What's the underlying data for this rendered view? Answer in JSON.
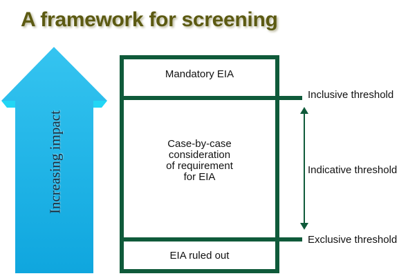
{
  "title": "A framework for screening",
  "arrow": {
    "label": "Increasing impact",
    "icon": "up-arrow-icon"
  },
  "zones": {
    "top": "Mandatory EIA",
    "middle": [
      "Case-by-case",
      "consideration",
      "of requirement",
      "for EIA"
    ],
    "bottom": "EIA ruled out"
  },
  "thresholds": {
    "inclusive": "Inclusive threshold",
    "indicative": "Indicative threshold",
    "exclusive": "Exclusive threshold"
  },
  "colors": {
    "frame": "#0f5a3a",
    "arrow": "#1fb2e6",
    "title": "#5c5a12"
  }
}
